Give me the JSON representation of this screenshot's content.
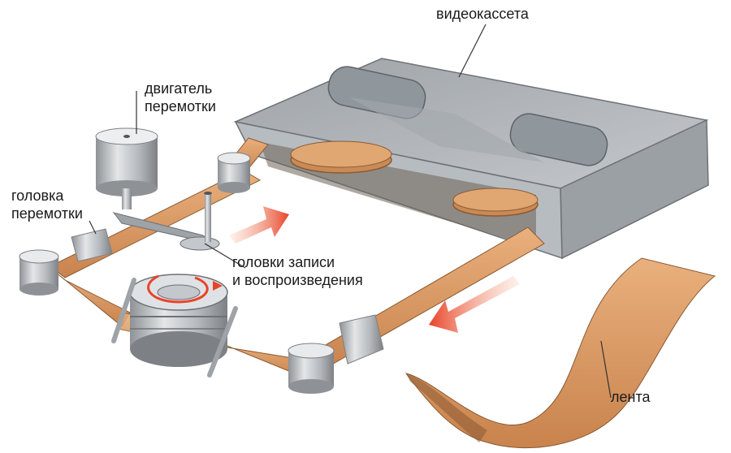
{
  "labels": {
    "cassette": "видеокассета",
    "motor": [
      "двигатель",
      "перемотки"
    ],
    "rewind_head": [
      "головка",
      "перемотки"
    ],
    "heads": [
      "головки записи",
      "и воспроизведения"
    ],
    "tape": "лента"
  },
  "colors": {
    "tape": "#d9955f",
    "tape_dark": "#b8703e",
    "metal": "#c9ccd0",
    "arrow": "#e8442a",
    "reel": "#c98a55"
  }
}
